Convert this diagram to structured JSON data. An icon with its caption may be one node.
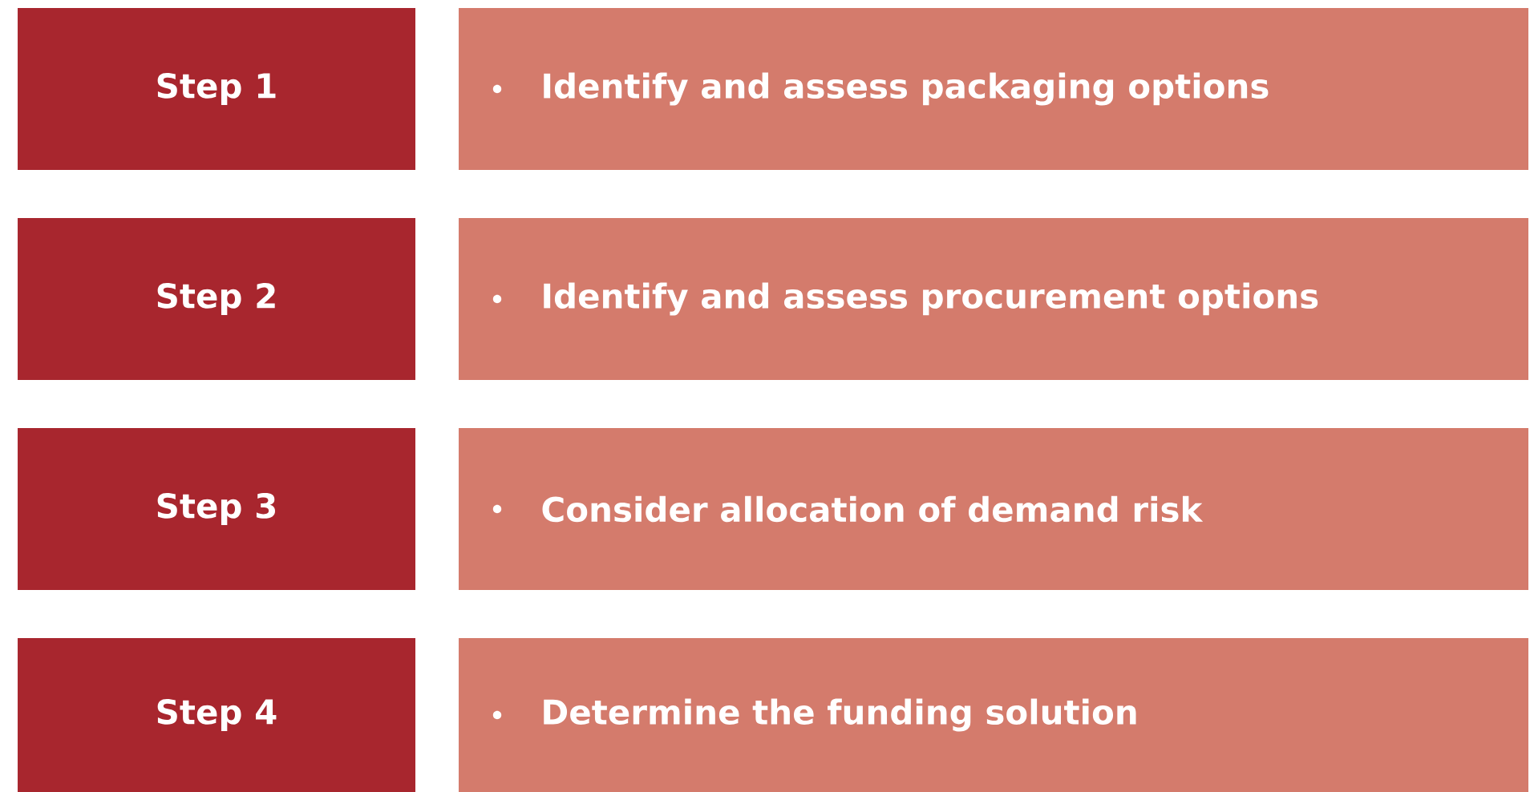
{
  "diagram": {
    "nodes": [
      {
        "text": [
          "Step 1"
        ]
      },
      {
        "text": [
          "Identify and assess packaging options"
        ]
      },
      {
        "text": [
          "Step 2"
        ]
      },
      {
        "text": [
          "Identify and assess procurement options"
        ]
      },
      {
        "text": [
          "Step 3"
        ]
      },
      {
        "text": [
          "Consider allocation of demand risk"
        ]
      },
      {
        "text": [
          "Step 4"
        ]
      },
      {
        "text": [
          "Determine the funding solution"
        ]
      }
    ]
  }
}
